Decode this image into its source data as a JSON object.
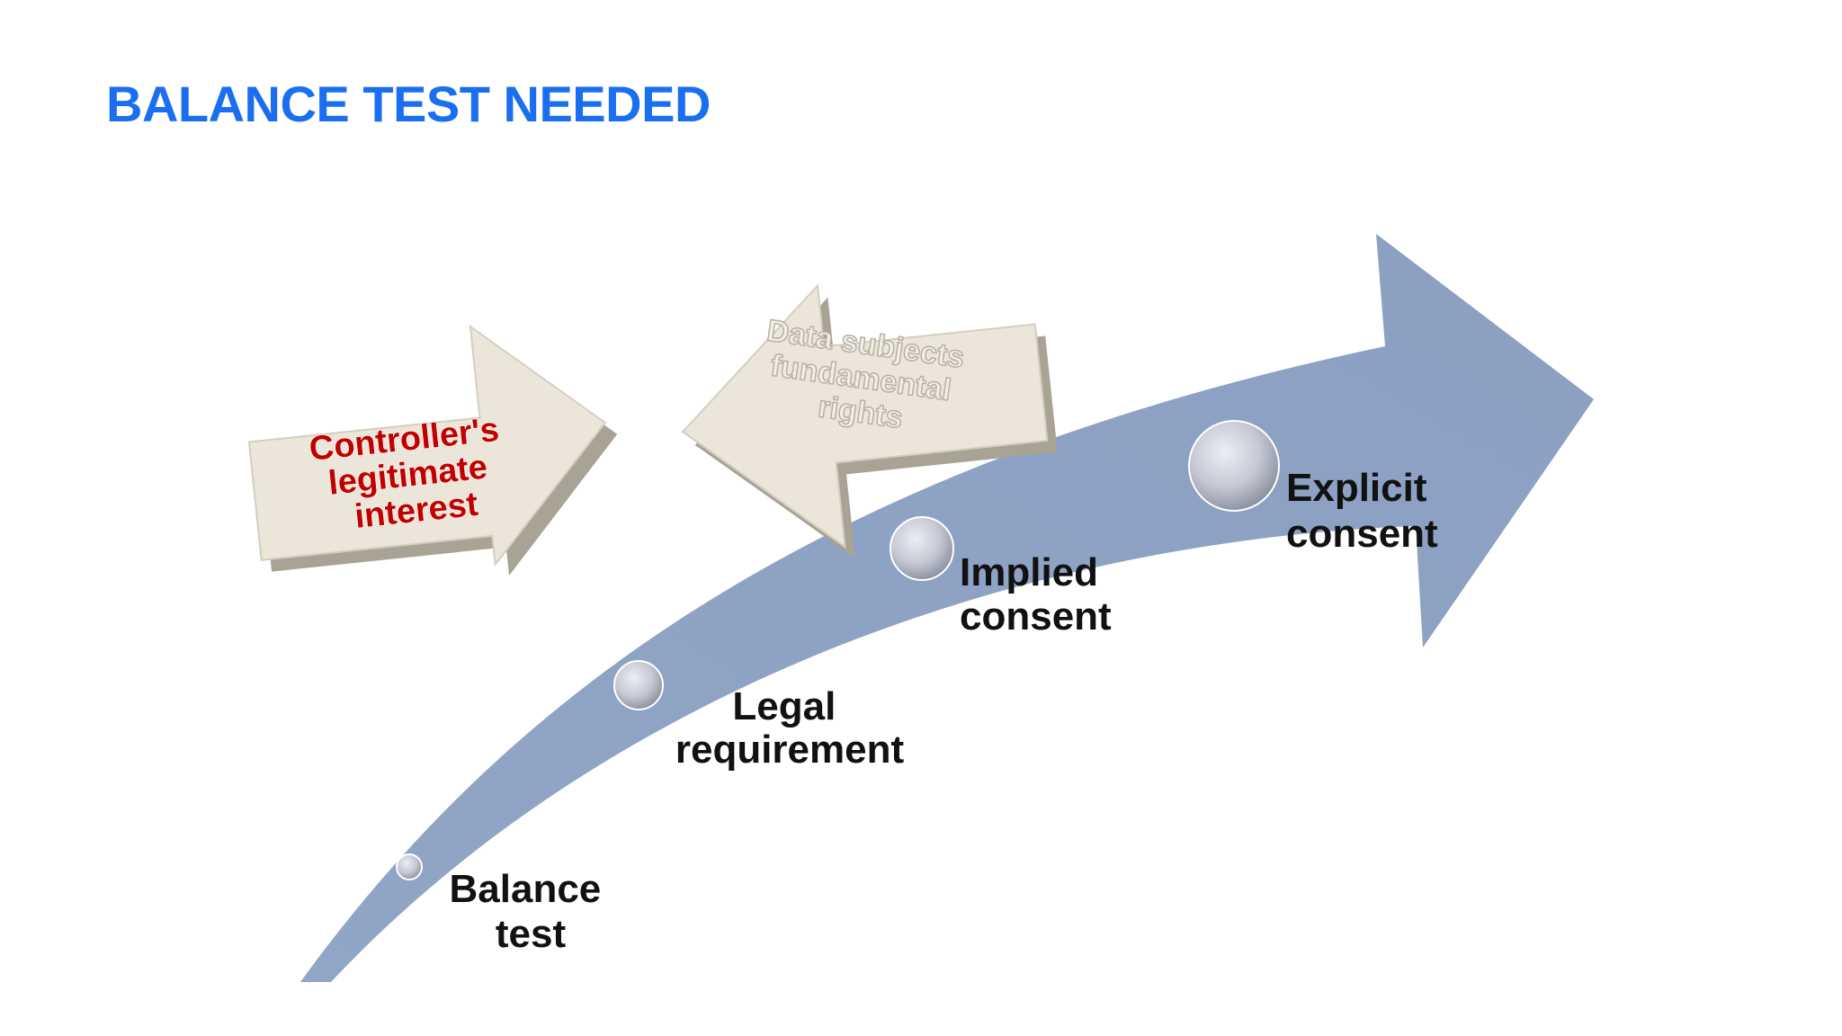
{
  "title": "BALANCE TEST NEEDED",
  "colors": {
    "title": "#1a6ef0",
    "big_arrow": "#8ea3c4",
    "arrow_face": "#ece6da",
    "arrow_side": "#a9a396",
    "controller_text": "#c00000",
    "data_subjects_text": "#f2efe8",
    "label_text": "#111111",
    "bubble": "#c9cbd6"
  },
  "icons": {
    "main_arrow": "curved-arrow-icon",
    "controller_arrow": "right-arrow-icon",
    "data_subjects_arrow": "left-arrow-icon",
    "stage_marker": "sphere-icon"
  },
  "controller_arrow": {
    "lines": [
      "Controller's",
      "legitimate",
      "interest"
    ]
  },
  "data_subjects_arrow": {
    "lines": [
      "Data subjects",
      "fundamental",
      "rights"
    ]
  },
  "stages": [
    {
      "lines": [
        "Balance",
        "test"
      ]
    },
    {
      "lines": [
        "Legal",
        "requirement"
      ]
    },
    {
      "lines": [
        "Implied",
        "consent"
      ]
    },
    {
      "lines": [
        "Explicit",
        "consent"
      ]
    }
  ]
}
